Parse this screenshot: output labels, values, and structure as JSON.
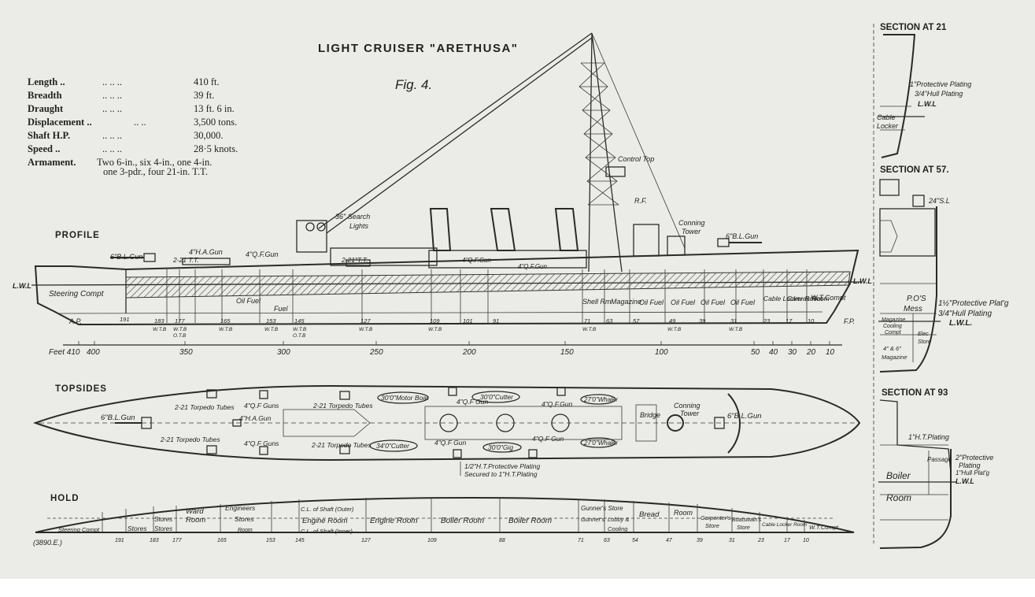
{
  "title": "LIGHT CRUISER \"ARETHUSA\"",
  "figure": "Fig. 4.",
  "specs": [
    {
      "label": "Length ..",
      "dots": "..        ..        ..",
      "value": "410 ft."
    },
    {
      "label": "Breadth",
      "dots": "..        ..        ..",
      "value": "39 ft."
    },
    {
      "label": "Draught",
      "dots": "..        ..        ..",
      "value": "13 ft. 6 in."
    },
    {
      "label": "Displacement ..",
      "dots": "..        ..",
      "value": "3,500 tons."
    },
    {
      "label": "Shaft H.P.",
      "dots": "..        ..        ..",
      "value": "30,000."
    },
    {
      "label": "Speed ..",
      "dots": "..        ..        ..",
      "value": "28·5 knots."
    }
  ],
  "armament": {
    "label": "Armament.",
    "line1": "Two 6-in., six 4-in., one 4-in.",
    "line2": "one 3-pdr., four 21-in. T.T."
  },
  "sections": {
    "profile": "PROFILE",
    "topsides": "TOPSIDES",
    "hold": "HOLD"
  },
  "profile_labels": {
    "search_lights_1": "36\" Search",
    "search_lights_2": "Lights",
    "control_top": "Control Top",
    "rf": "R.F.",
    "conning_tower_1": "Conning",
    "conning_tower_2": "Tower",
    "gun_6in_fwd": "6\"B.L.Gun",
    "gun_6in_aft": "6\"B.L.Gun",
    "gun_4in_ha": "4\"H.A.Gun",
    "tt_221": "2-21 T.T.",
    "gun_4qf": "4\"Q.F.Gun",
    "tt_221_mid": "2-21\"T.T.",
    "qf_gun_a": "4\"Q.F.Gun",
    "qf_gun_b": "4\"Q.F.Gun",
    "lwl_left": "L.W.L",
    "lwl_right": "L.W.L",
    "steering": "Steering Compt",
    "oil_fuel": "Oil Fuel",
    "fuel": "Fuel",
    "shell_rm": "Shell Rm",
    "magazine": "Magazine",
    "cable_locker": "Cable Locker Room",
    "canvas_room": "Canvas Room",
    "wt_compt": "W.T.Compt",
    "ap": "A.P.",
    "fp": "F.P."
  },
  "frame_numbers": [
    "191",
    "183",
    "177",
    "165",
    "153",
    "145",
    "127",
    "109",
    "101",
    "91",
    "71",
    "63",
    "57",
    "49",
    "39",
    "31",
    "23",
    "17",
    "10"
  ],
  "wtb": "W.T.B",
  "otb": "O.T.B",
  "scale_label": "Feet 410",
  "scale_ticks": [
    "400",
    "350",
    "300",
    "250",
    "200",
    "150",
    "100",
    "50",
    "40",
    "30",
    "20",
    "10"
  ],
  "topsides_labels": {
    "gun_6in_aft": "6\"B.L.Gun",
    "gun_6in_fwd": "6\"B.L.Gun",
    "tt_a": "2-21 Torpedo Tubes",
    "tt_b": "2-21 Torpedo Tubes",
    "tt_c": "2-21 Torpedo Tubes",
    "tt_d": "2-21 Torpedo Tubes",
    "qf_guns_a": "4\"Q.F Guns",
    "qf_guns_b": "4\"Q.F Guns",
    "ha_gun": "4\"H.A.Gun",
    "motor_boat": "30'0\"Motor Boat",
    "cutter_30": "30'0\"Cutter",
    "cutter_34": "34'0\"Cutter",
    "gig": "30'0\"Gig",
    "whaler_a": "27'0\"Whaler",
    "whaler_b": "27'0\"Whaler",
    "qf_gun_c": "4\"Q.F Gun",
    "qf_gun_d": "4\"Q.F.Gun",
    "qf_gun_e": "4\"Q.F Gun",
    "qf_gun_f": "4\"Q.F Gun",
    "bridge": "Bridge",
    "conning_1": "Conning",
    "conning_2": "Tower",
    "plating_1": "1/2\"H.T.Protective Plating",
    "plating_2": "Secured to 1\"H.T.Plating"
  },
  "hold_labels": {
    "steering": "Steering Compt",
    "stores_a": "Stores",
    "stores_b": "Stores",
    "stores_c": "Stores",
    "wardroom_1": "Ward",
    "wardroom_2": "Room",
    "engineers_1": "Engineers",
    "engineers_2": "Stores",
    "engineers_3": "Room",
    "shaft_outer": "C.L. of Shaft (Outer)",
    "engine_room_a": "Engine Room",
    "shaft_inner": "C.L. of Shaft (Inner)",
    "engine_room_b": "Engine Room",
    "boiler_room_a": "Boiler Room",
    "boiler_room_b": "Boiler Room",
    "gunners_store": "Gunner's Store",
    "gunners": "Gunner's",
    "lobby": "Lobby &",
    "cooling": "Cooling",
    "bread": "Bread",
    "room": "Room",
    "carpenters_1": "Carpenter's",
    "carpenters_2": "Store",
    "boatswains_1": "Boatswain's",
    "boatswains_2": "Store",
    "cable_locker": "Cable Locker Room",
    "wt_compt": "W.T.Compt"
  },
  "hold_frames": [
    "191",
    "183",
    "177",
    "165",
    "153",
    "145",
    "127",
    "109",
    "88",
    "71",
    "63",
    "54",
    "47",
    "39",
    "31",
    "23",
    "17",
    "10"
  ],
  "hold_ref": "(3890.E.)",
  "section21": {
    "title": "SECTION AT 21",
    "plating_1": "1\"Protective Plating",
    "plating_2": "3/4\"Hull Plating",
    "lwl": "L.W.L",
    "cable_1": "Cable",
    "cable_2": "Locker"
  },
  "section57": {
    "title": "SECTION AT 57.",
    "searchlight": "24\"S.L",
    "pos_1": "P.O'S",
    "pos_2": "Mess",
    "plating_1": "1½\"Protective Plat'g",
    "plating_2": "3/4\"Hull Plating",
    "lwl": "L.W.L.",
    "mag_cooling_1": "Magazine",
    "mag_cooling_2": "Cooling",
    "mag_cooling_3": "Compt",
    "elec_1": "Elec",
    "elec_2": "Store",
    "mag_1": "4\" & 6\"",
    "mag_2": "Magazine"
  },
  "section93": {
    "title": "SECTION AT 93",
    "plating": "1\"H.T.Plating",
    "passage": "Passage",
    "prot_1": "2\"Protective",
    "prot_2": "Plating",
    "prot_3": "1\"Hull Plat'g",
    "lwl": "L.W.L",
    "boiler_1": "Boiler",
    "boiler_2": "Room"
  }
}
